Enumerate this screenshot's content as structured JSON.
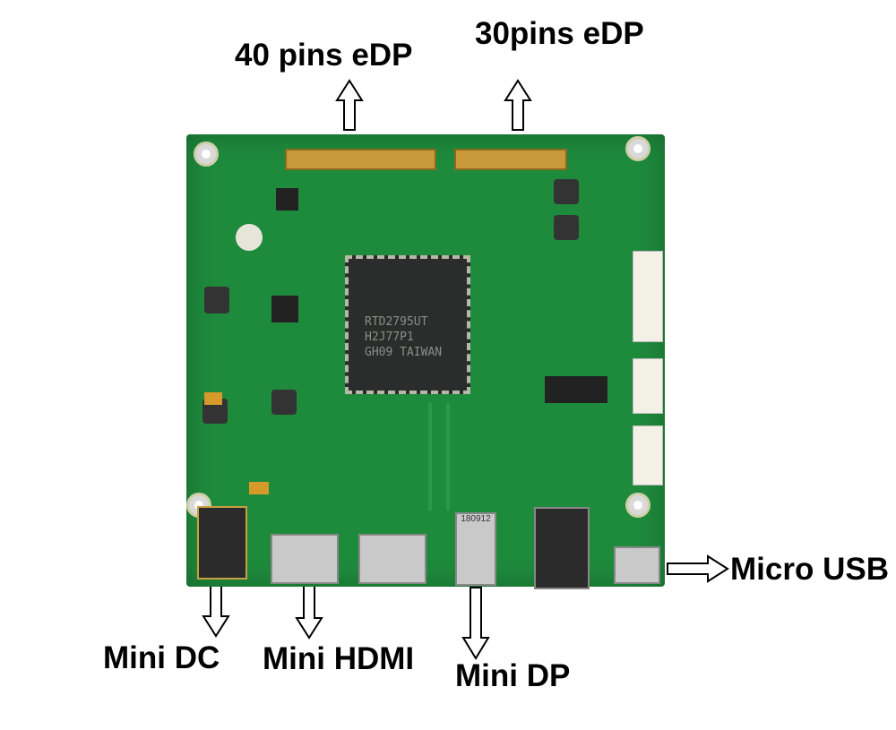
{
  "labels": {
    "edp40": "40 pins eDP",
    "edp30": "30pins eDP",
    "mini_dc": "Mini DC",
    "mini_hdmi": "Mini HDMI",
    "mini_dp": "Mini DP",
    "micro_usb": "Micro USB"
  },
  "chip": {
    "line1": "RTD2795UT",
    "line2": "H2J77P1",
    "line3": "GH09 TAIWAN"
  },
  "port_marking": "180912",
  "colors": {
    "board": "#1e8a3c",
    "background": "#ffffff"
  }
}
